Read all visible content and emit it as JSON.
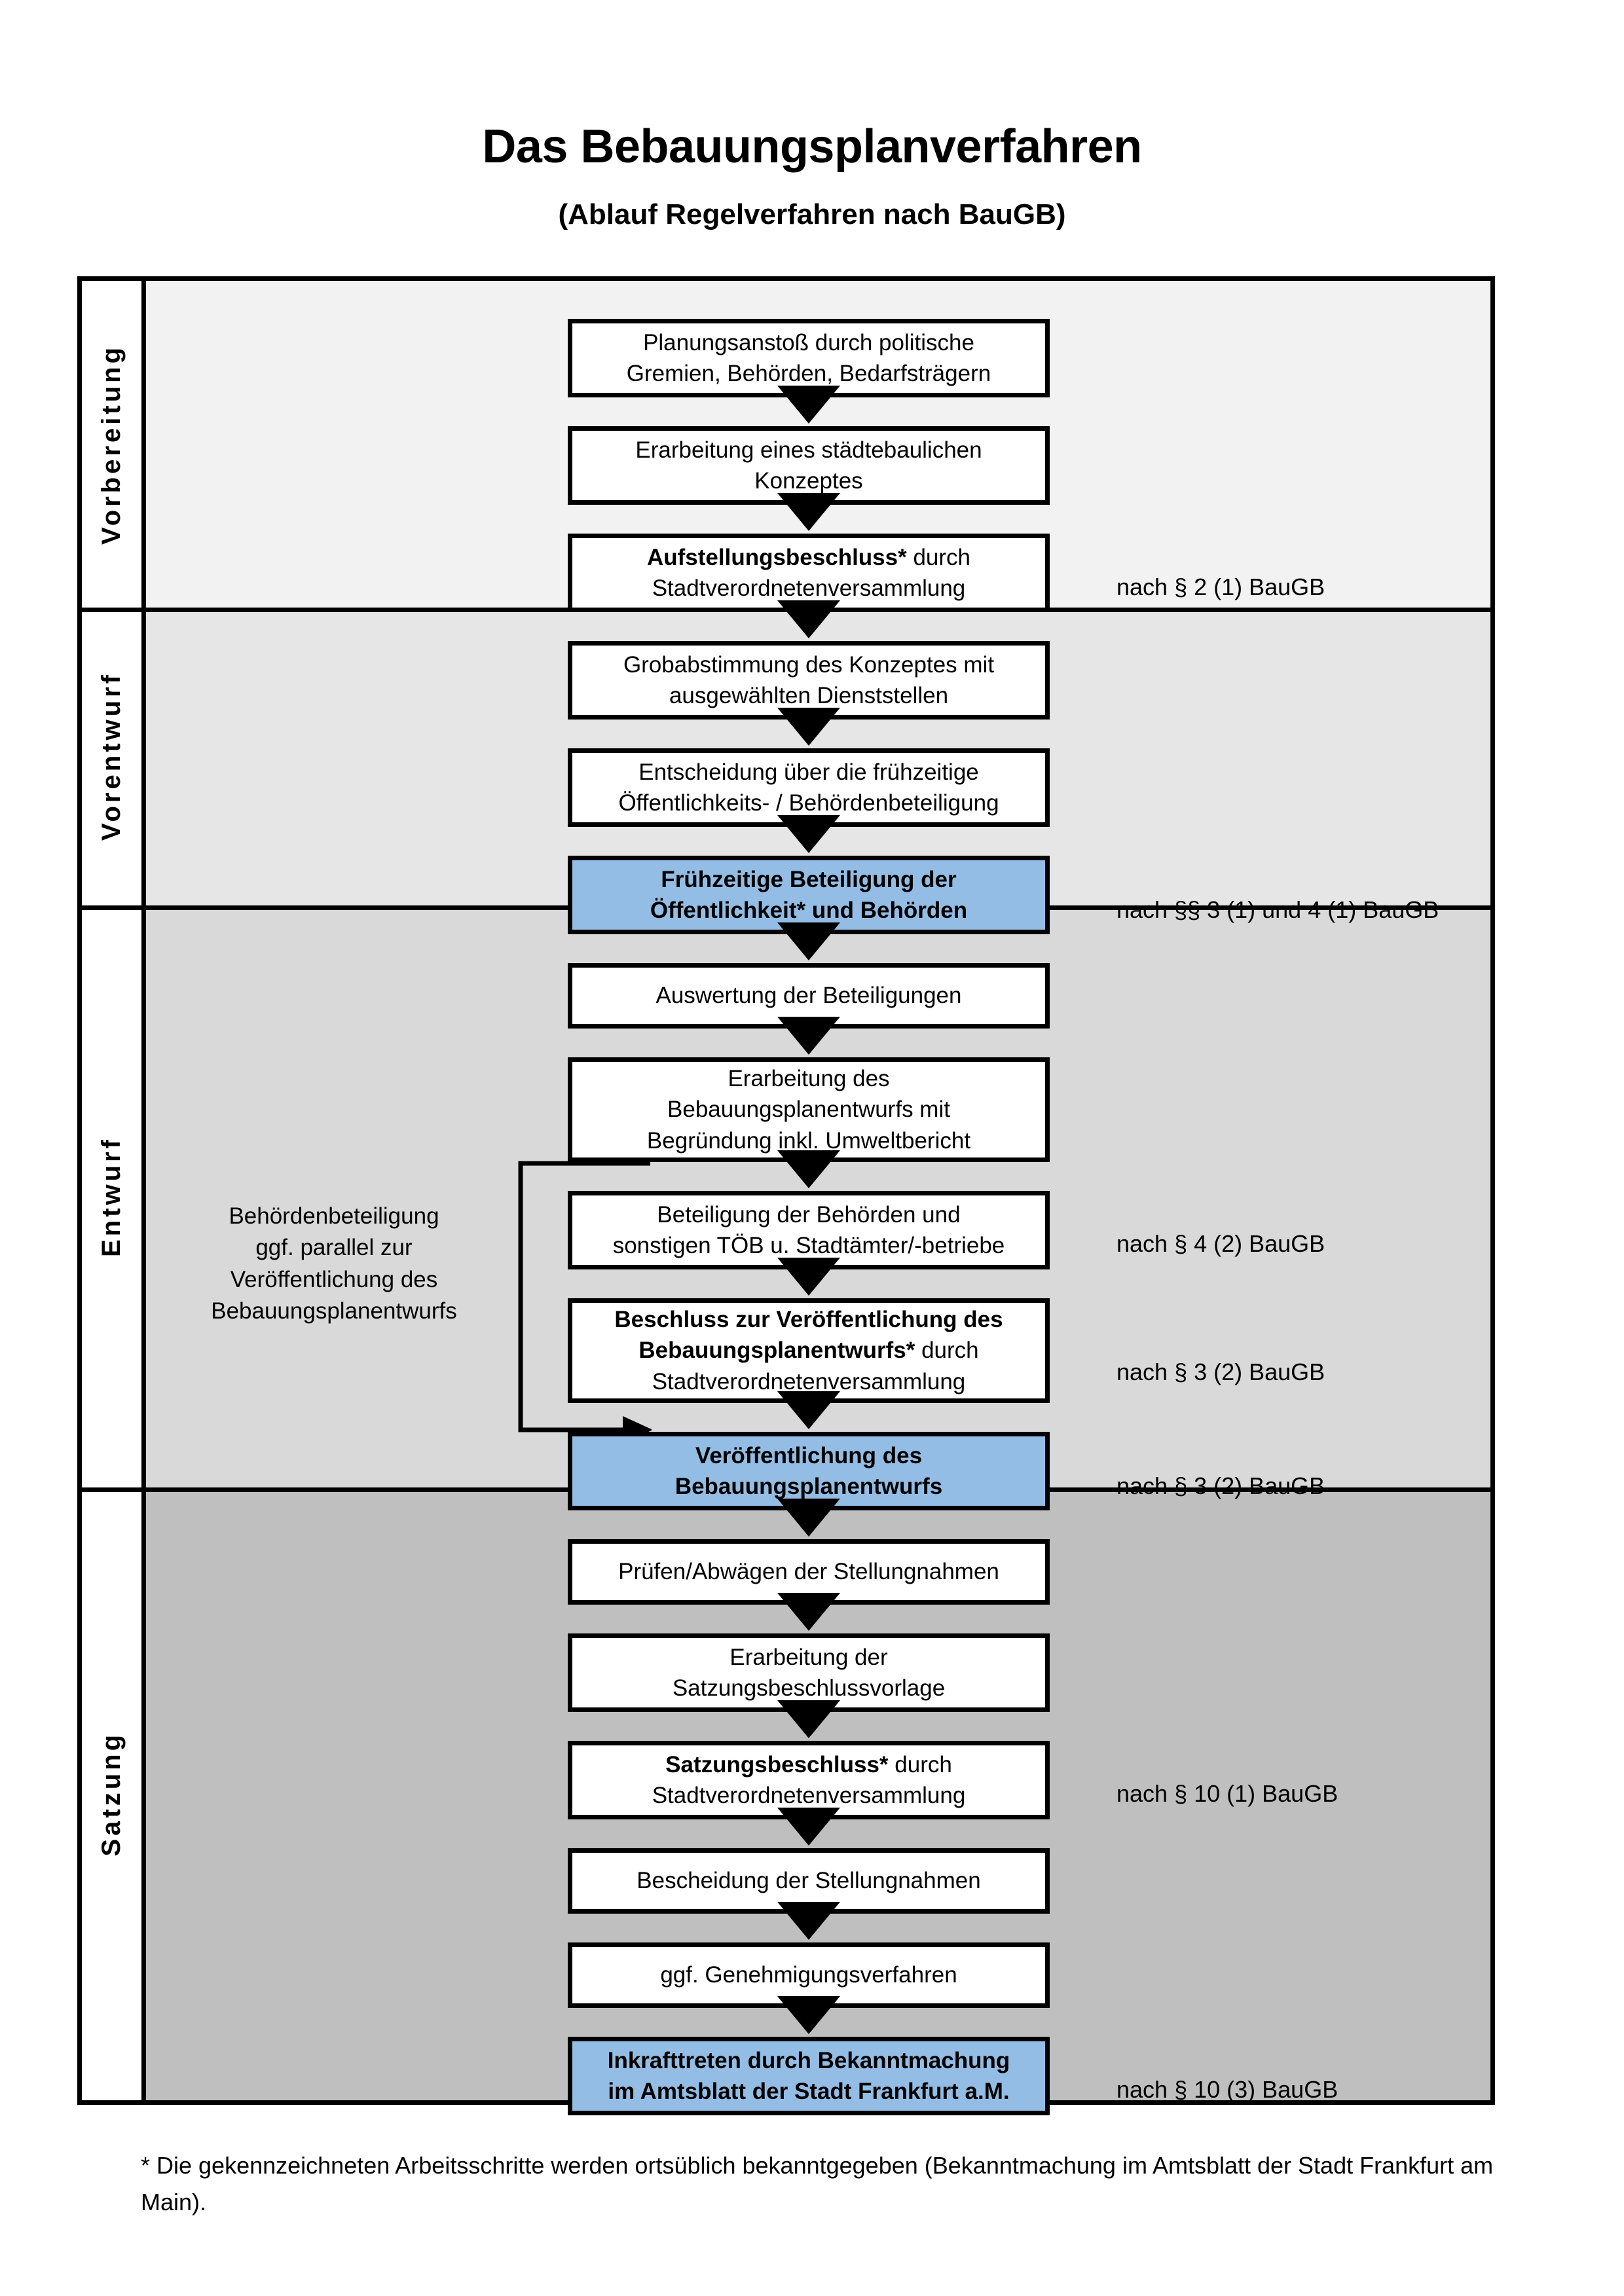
{
  "title": {
    "main": "Das Bebauungsplanverfahren",
    "sub": "(Ablauf Regelverfahren nach BauGB)"
  },
  "colors": {
    "highlight_blue": "#93BDE4",
    "band_vorbereitung": "#F2F2F2",
    "band_vorentwurf": "#E6E6E6",
    "band_entwurf": "#D9D9D9",
    "band_satzung": "#BFBFBF",
    "line": "#000000"
  },
  "bands": [
    {
      "id": "vorbereitung",
      "label": "Vorbereitung"
    },
    {
      "id": "vorentwurf",
      "label": "Vorentwurf"
    },
    {
      "id": "entwurf",
      "label": "Entwurf"
    },
    {
      "id": "satzung",
      "label": "Satzung"
    }
  ],
  "steps": [
    {
      "id": "planungsanstoss",
      "band": "vorbereitung",
      "line1": "Planungsanstoß durch politische",
      "line2": "Gremien, Behörden, Bedarfsträgern",
      "bold_prefix": "",
      "highlight": false
    },
    {
      "id": "staedtebau-konzept",
      "band": "vorbereitung",
      "line1": "Erarbeitung eines städtebaulichen",
      "line2": "Konzeptes",
      "bold_prefix": "",
      "highlight": false
    },
    {
      "id": "aufstellungsbeschluss",
      "band": "vorbereitung",
      "line1": "Aufstellungsbeschluss* durch",
      "line2": "Stadtverordnetenversammlung",
      "bold_prefix": "Aufstellungsbeschluss*",
      "highlight": false
    },
    {
      "id": "grobabstimmung",
      "band": "vorentwurf",
      "line1": "Grobabstimmung des Konzeptes mit",
      "line2": "ausgewählten Dienststellen",
      "bold_prefix": "",
      "highlight": false
    },
    {
      "id": "entscheidung-fruehzeitig",
      "band": "vorentwurf",
      "line1": "Entscheidung über die frühzeitige",
      "line2": "Öffentlichkeits- / Behördenbeteiligung",
      "bold_prefix": "",
      "highlight": false
    },
    {
      "id": "fruehzeitige-beteiligung",
      "band": "vorentwurf",
      "line1": "Frühzeitige Beteiligung der",
      "line2": "Öffentlichkeit* und Behörden",
      "bold_prefix": "",
      "highlight": true
    },
    {
      "id": "auswertung-beteiligungen",
      "band": "entwurf",
      "line1": "Auswertung der Beteiligungen",
      "line2": "",
      "bold_prefix": "",
      "highlight": false
    },
    {
      "id": "erarbeitung-entwurf",
      "band": "entwurf",
      "line1": "Erarbeitung des",
      "line2": "Bebauungsplanentwurfs mit",
      "line3": "Begründung inkl. Umweltbericht",
      "bold_prefix": "",
      "highlight": false
    },
    {
      "id": "beteiligung-behoerden",
      "band": "entwurf",
      "line1": "Beteiligung der Behörden und",
      "line2": "sonstigen TÖB u. Stadtämter/-betriebe",
      "bold_prefix": "",
      "highlight": false
    },
    {
      "id": "beschluss-veroeffentlichung",
      "band": "entwurf",
      "line1": "Beschluss zur Veröffentlichung des",
      "line2": "Bebauungsplanentwurfs* durch",
      "line3": "Stadtverordnetenversammlung",
      "bold_prefix": "Beschluss zur Veröffentlichung des Bebauungsplanentwurfs*",
      "highlight": false
    },
    {
      "id": "veroeffentlichung-entwurf",
      "band": "entwurf",
      "line1": "Veröffentlichung des",
      "line2": "Bebauungsplanentwurfs",
      "bold_prefix": "",
      "highlight": true
    },
    {
      "id": "pruefen-abwaegen",
      "band": "satzung",
      "line1": "Prüfen/Abwägen der Stellungnahmen",
      "line2": "",
      "bold_prefix": "",
      "highlight": false
    },
    {
      "id": "erarbeitung-satzungsvorlage",
      "band": "satzung",
      "line1": "Erarbeitung der",
      "line2": "Satzungsbeschlussvorlage",
      "bold_prefix": "",
      "highlight": false
    },
    {
      "id": "satzungsbeschluss",
      "band": "satzung",
      "line1": "Satzungsbeschluss* durch",
      "line2": "Stadtverordnetenversammlung",
      "bold_prefix": "Satzungsbeschluss*",
      "highlight": false
    },
    {
      "id": "bescheidung-stellungnahmen",
      "band": "satzung",
      "line1": "Bescheidung der Stellungnahmen",
      "line2": "",
      "bold_prefix": "",
      "highlight": false
    },
    {
      "id": "genehmigungsverfahren",
      "band": "satzung",
      "line1": "ggf. Genehmigungsverfahren",
      "line2": "",
      "bold_prefix": "",
      "highlight": false
    },
    {
      "id": "inkrafttreten",
      "band": "satzung",
      "line1": "Inkrafttreten durch Bekanntmachung",
      "line2": "im Amtsblatt der Stadt Frankfurt a.M.",
      "bold_prefix": "Inkrafttreten",
      "highlight": true
    }
  ],
  "step_text": {
    "planungsanstoss_l1": "Planungsanstoß durch politische",
    "planungsanstoss_l2": "Gremien, Behörden, Bedarfsträgern",
    "konzept_l1": "Erarbeitung eines städtebaulichen",
    "konzept_l2": "Konzeptes",
    "aufstellung_bold": "Aufstellungsbeschluss*",
    "aufstellung_rest": " durch",
    "aufstellung_l2": "Stadtverordnetenversammlung",
    "grobabstimmung_l1": "Grobabstimmung des Konzeptes mit",
    "grobabstimmung_l2": "ausgewählten Dienststellen",
    "entscheidung_l1": "Entscheidung über die frühzeitige",
    "entscheidung_l2": "Öffentlichkeits- / Behördenbeteiligung",
    "fruehzeitig_l1": "Frühzeitige Beteiligung der",
    "fruehzeitig_l2": "Öffentlichkeit* und Behörden",
    "auswertung_l1": "Auswertung der Beteiligungen",
    "erarbeitung_l1": "Erarbeitung des",
    "erarbeitung_l2": "Bebauungsplanentwurfs mit",
    "erarbeitung_l3": "Begründung inkl. Umweltbericht",
    "beteiligung_l1": "Beteiligung der Behörden und",
    "beteiligung_l2": "sonstigen TÖB u. Stadtämter/-betriebe",
    "beschluss_bold_l1": "Beschluss zur Veröffentlichung des",
    "beschluss_bold_l2": "Bebauungsplanentwurfs*",
    "beschluss_rest": " durch",
    "beschluss_l3": "Stadtverordnetenversammlung",
    "veroeff_l1": "Veröffentlichung des",
    "veroeff_l2": "Bebauungsplanentwurfs",
    "pruefen_l1": "Prüfen/Abwägen der Stellungnahmen",
    "satzungsvorlage_l1": "Erarbeitung der",
    "satzungsvorlage_l2": "Satzungsbeschlussvorlage",
    "satzungsbeschluss_bold": "Satzungsbeschluss*",
    "satzungsbeschluss_rest": " durch",
    "satzungsbeschluss_l2": "Stadtverordnetenversammlung",
    "bescheidung_l1": "Bescheidung der Stellungnahmen",
    "genehmigung_l1": "ggf. Genehmigungsverfahren",
    "inkrafttreten_bold": "Inkrafttreten",
    "inkrafttreten_rest": " durch Bekanntmachung",
    "inkrafttreten_l2": "im Amtsblatt der Stadt Frankfurt a.M."
  },
  "law_refs": [
    {
      "id": "ref-par2",
      "text": "nach § 2 (1) BauGB",
      "for_step": "aufstellungsbeschluss"
    },
    {
      "id": "ref-par3-1-4-1",
      "text": "nach §§ 3 (1) und 4 (1) BauGB",
      "for_step": "fruehzeitige-beteiligung"
    },
    {
      "id": "ref-par4-2",
      "text": "nach § 4 (2) BauGB",
      "for_step": "beteiligung-behoerden"
    },
    {
      "id": "ref-par3-2-a",
      "text": "nach § 3 (2) BauGB",
      "for_step": "beschluss-veroeffentlichung"
    },
    {
      "id": "ref-par3-2-b",
      "text": "nach § 3 (2) BauGB",
      "for_step": "veroeffentlichung-entwurf"
    },
    {
      "id": "ref-par10-1",
      "text": "nach § 10 (1) BauGB",
      "for_step": "satzungsbeschluss"
    },
    {
      "id": "ref-par10-3",
      "text": "nach § 10 (3) BauGB",
      "for_step": "inkrafttreten"
    }
  ],
  "side_note": {
    "line1": "Behördenbeteiligung",
    "line2": "ggf. parallel zur",
    "line3": "Veröffentlichung des",
    "line4": "Bebauungsplanentwurfs"
  },
  "footnote": {
    "text": "* Die gekennzeichneten Arbeitsschritte werden ortsüblich bekanntgegeben (Bekanntmachung im Amtsblatt  der Stadt Frankfurt am Main)."
  }
}
